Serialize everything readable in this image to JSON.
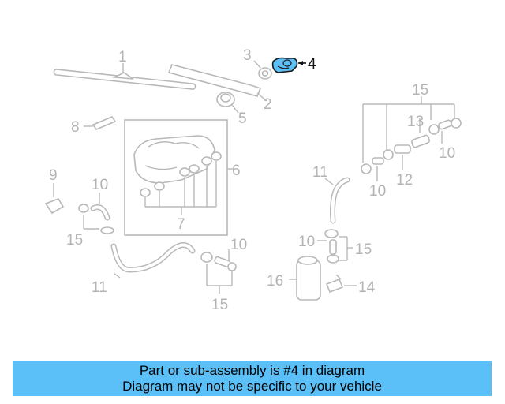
{
  "diagram": {
    "callouts": {
      "c1": "1",
      "c2": "2",
      "c3": "3",
      "c4": "4",
      "c5": "5",
      "c6": "6",
      "c7": "7",
      "c8": "8",
      "c9": "9",
      "c10a": "10",
      "c10b": "10",
      "c10c": "10",
      "c10d": "10",
      "c10e": "10",
      "c11a": "11",
      "c11b": "11",
      "c12": "12",
      "c13": "13",
      "c14": "14",
      "c15a": "15",
      "c15b": "15",
      "c15c": "15",
      "c15d": "15",
      "c16": "16"
    },
    "highlight_color": "#5bc0f8"
  },
  "banner": {
    "line1": "Part or sub-assembly is #4 in diagram",
    "line2": "Diagram may not be specific to your vehicle",
    "background": "#5bc0f8"
  }
}
